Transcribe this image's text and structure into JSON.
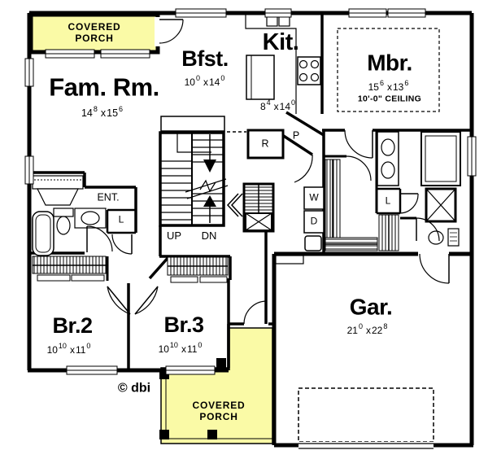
{
  "plan": {
    "copyright": "© dbi",
    "porch_top": {
      "line1": "COVERED",
      "line2": "PORCH"
    },
    "porch_bottom": {
      "line1": "COVERED",
      "line2": "PORCH"
    },
    "rooms": {
      "fam": {
        "name": "Fam. Rm.",
        "dim": {
          "a": "14",
          "as": "8",
          "sep": "x",
          "b": "15",
          "bs": "6"
        }
      },
      "bfst": {
        "name": "Bfst.",
        "dim": {
          "a": "10",
          "as": "0",
          "sep": "x",
          "b": "14",
          "bs": "0"
        }
      },
      "kit": {
        "name": "Kit.",
        "dim": {
          "a": "8",
          "as": "4",
          "sep": "x",
          "b": "14",
          "bs": "0"
        }
      },
      "mbr": {
        "name": "Mbr.",
        "dim": {
          "a": "15",
          "as": "6",
          "sep": "x",
          "b": "13",
          "bs": "6"
        },
        "ceiling": "10'-0\" CEILING"
      },
      "br2": {
        "name": "Br.2",
        "dim": {
          "a": "10",
          "as": "10",
          "sep": "x",
          "b": "11",
          "bs": "0"
        }
      },
      "br3": {
        "name": "Br.3",
        "dim": {
          "a": "10",
          "as": "10",
          "sep": "x",
          "b": "11",
          "bs": "0"
        }
      },
      "gar": {
        "name": "Gar.",
        "dim": {
          "a": "21",
          "as": "0",
          "sep": "x",
          "b": "22",
          "bs": "8"
        }
      }
    },
    "labels": {
      "ent": "ENT.",
      "linen1": "L",
      "linen2": "L",
      "fridge": "R",
      "pantry": "P",
      "washer": "W",
      "dryer": "D",
      "up": "UP",
      "dn": "DN"
    },
    "colors": {
      "porch": "#FAFAA6",
      "wall": "#000000",
      "background": "#FFFFFF"
    }
  }
}
